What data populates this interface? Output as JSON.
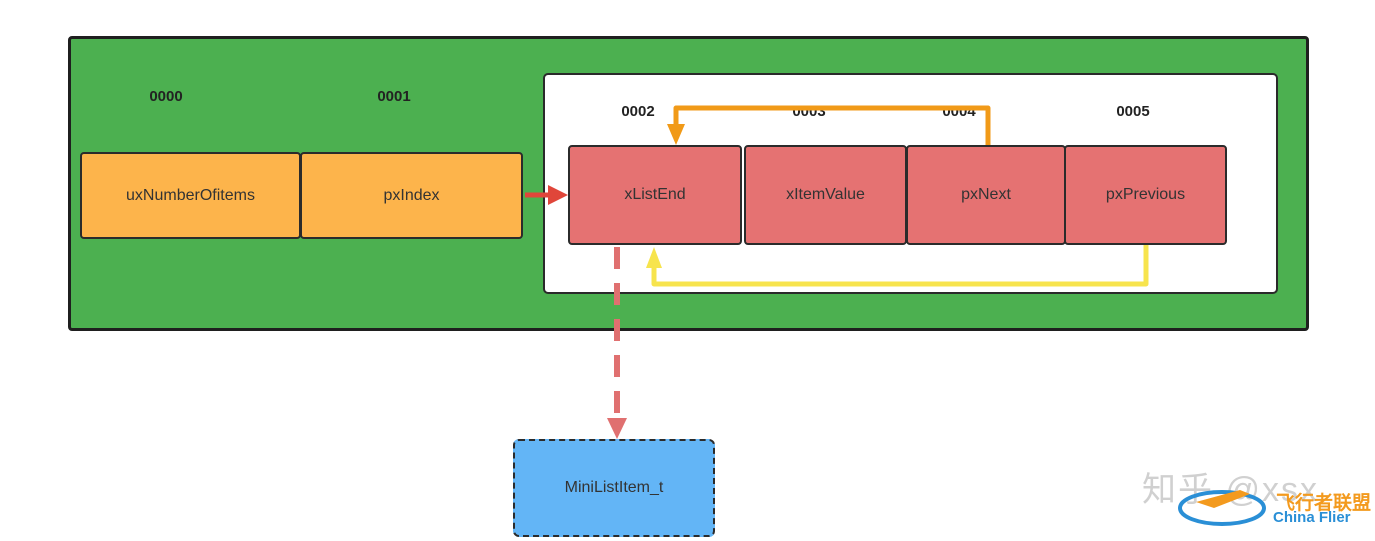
{
  "addresses": {
    "a0000": "0000",
    "a0001": "0001",
    "a0002": "0002",
    "a0003": "0003",
    "a0004": "0004",
    "a0005": "0005"
  },
  "fields": {
    "ux_number_of_items": "uxNumberOfitems",
    "px_index": "pxIndex",
    "x_list_end": "xListEnd",
    "x_item_value": "xItemValue",
    "px_next": "pxNext",
    "px_previous": "pxPrevious",
    "mini_list_item": "MiniListItem_t"
  },
  "watermark": {
    "text": "知乎 @xsx",
    "logo_cn": "飞行者联盟",
    "logo_en": "China Flier"
  },
  "colors": {
    "outer_bg": "#4cb050",
    "orange_box": "#fdb44b",
    "red_box": "#e57272",
    "blue_box": "#63b5f6",
    "arrow_red": "#e0463a",
    "arrow_orange": "#f19a18",
    "arrow_yellow": "#f7e44d",
    "arrow_dashed": "#e07070"
  }
}
